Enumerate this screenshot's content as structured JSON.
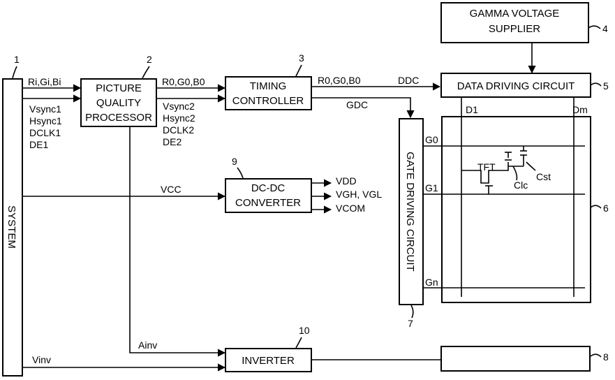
{
  "blocks": {
    "system": {
      "label": "SYSTEM",
      "ref": "1"
    },
    "picture_quality_processor": {
      "line1": "PICTURE",
      "line2": "QUALITY",
      "line3": "PROCESSOR",
      "ref": "2"
    },
    "timing_controller": {
      "line1": "TIMING",
      "line2": "CONTROLLER",
      "ref": "3"
    },
    "gamma_voltage_supplier": {
      "line1": "GAMMA VOLTAGE",
      "line2": "SUPPLIER",
      "ref": "4"
    },
    "data_driving_circuit": {
      "label": "DATA DRIVING CIRCUIT",
      "ref": "5"
    },
    "panel": {
      "ref": "6"
    },
    "gate_driving_circuit": {
      "label": "GATE DRIVING CIRCUIT",
      "ref": "7"
    },
    "backlight": {
      "ref": "8"
    },
    "dc_dc_converter": {
      "line1": "DC-DC",
      "line2": "CONVERTER",
      "ref": "9"
    },
    "inverter": {
      "label": "INVERTER",
      "ref": "10"
    }
  },
  "signals": {
    "input_rgb": "Ri,Gi,Bi",
    "input_sync": [
      "Vsync1",
      "Hsync1",
      "DCLK1",
      "DE1"
    ],
    "pqp_rgb": "R0,G0,B0",
    "pqp_sync": [
      "Vsync2",
      "Hsync2",
      "DCLK2",
      "DE2"
    ],
    "tc_rgb": "R0,G0,B0",
    "ddc": "DDC",
    "gdc": "GDC",
    "vcc": "VCC",
    "dcdc_outputs": [
      "VDD",
      "VGH, VGL",
      "VCOM"
    ],
    "ainv": "Ainv",
    "vinv": "Vinv"
  },
  "panel_labels": {
    "d1": "D1",
    "dm": "Dm",
    "g0": "G0",
    "g1": "G1",
    "gn": "Gn",
    "tft": "TFT",
    "clc": "Clc",
    "cst": "Cst"
  }
}
